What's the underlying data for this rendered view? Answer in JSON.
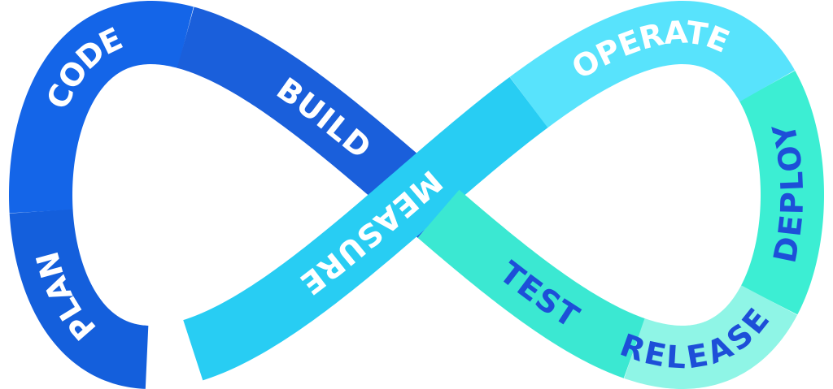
{
  "colors": {
    "background": "#ffffff",
    "label_on_dark": "#ffffff",
    "label_on_light": "#1d4fd8"
  },
  "stages": [
    {
      "key": "plan",
      "label": "PLAN",
      "color": "#145fdc",
      "text_color": "#ffffff"
    },
    {
      "key": "code",
      "label": "CODE",
      "color": "#1465e8",
      "text_color": "#ffffff"
    },
    {
      "key": "build",
      "label": "BUILD",
      "color": "#1a5fdb",
      "text_color": "#ffffff"
    },
    {
      "key": "test",
      "label": "TEST",
      "color": "#3be8d2",
      "text_color": "#1d4fd8"
    },
    {
      "key": "release",
      "label": "RELEASE",
      "color": "#8ff5e6",
      "text_color": "#1d4fd8"
    },
    {
      "key": "deploy",
      "label": "DEPLOY",
      "color": "#3ceed3",
      "text_color": "#1d4fd8"
    },
    {
      "key": "operate",
      "label": "OPERATE",
      "color": "#58e3fc",
      "text_color": "#ffffff"
    },
    {
      "key": "measure",
      "label": "MEASURE",
      "color": "#28cdf3",
      "text_color": "#ffffff"
    }
  ]
}
